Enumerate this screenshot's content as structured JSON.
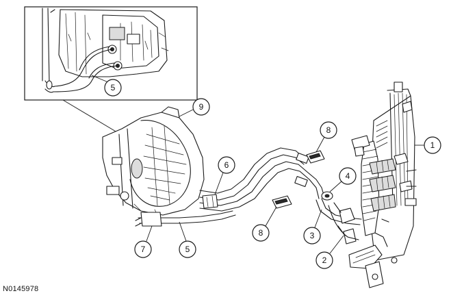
{
  "figure_id": "N0145978",
  "callouts": [
    {
      "id": "c1",
      "label": "1"
    },
    {
      "id": "c2",
      "label": "2"
    },
    {
      "id": "c3",
      "label": "3"
    },
    {
      "id": "c4",
      "label": "4"
    },
    {
      "id": "c5a",
      "label": "5"
    },
    {
      "id": "c5b",
      "label": "5"
    },
    {
      "id": "c6",
      "label": "6"
    },
    {
      "id": "c7",
      "label": "7"
    },
    {
      "id": "c8a",
      "label": "8"
    },
    {
      "id": "c8b",
      "label": "8"
    },
    {
      "id": "c9",
      "label": "9"
    }
  ]
}
